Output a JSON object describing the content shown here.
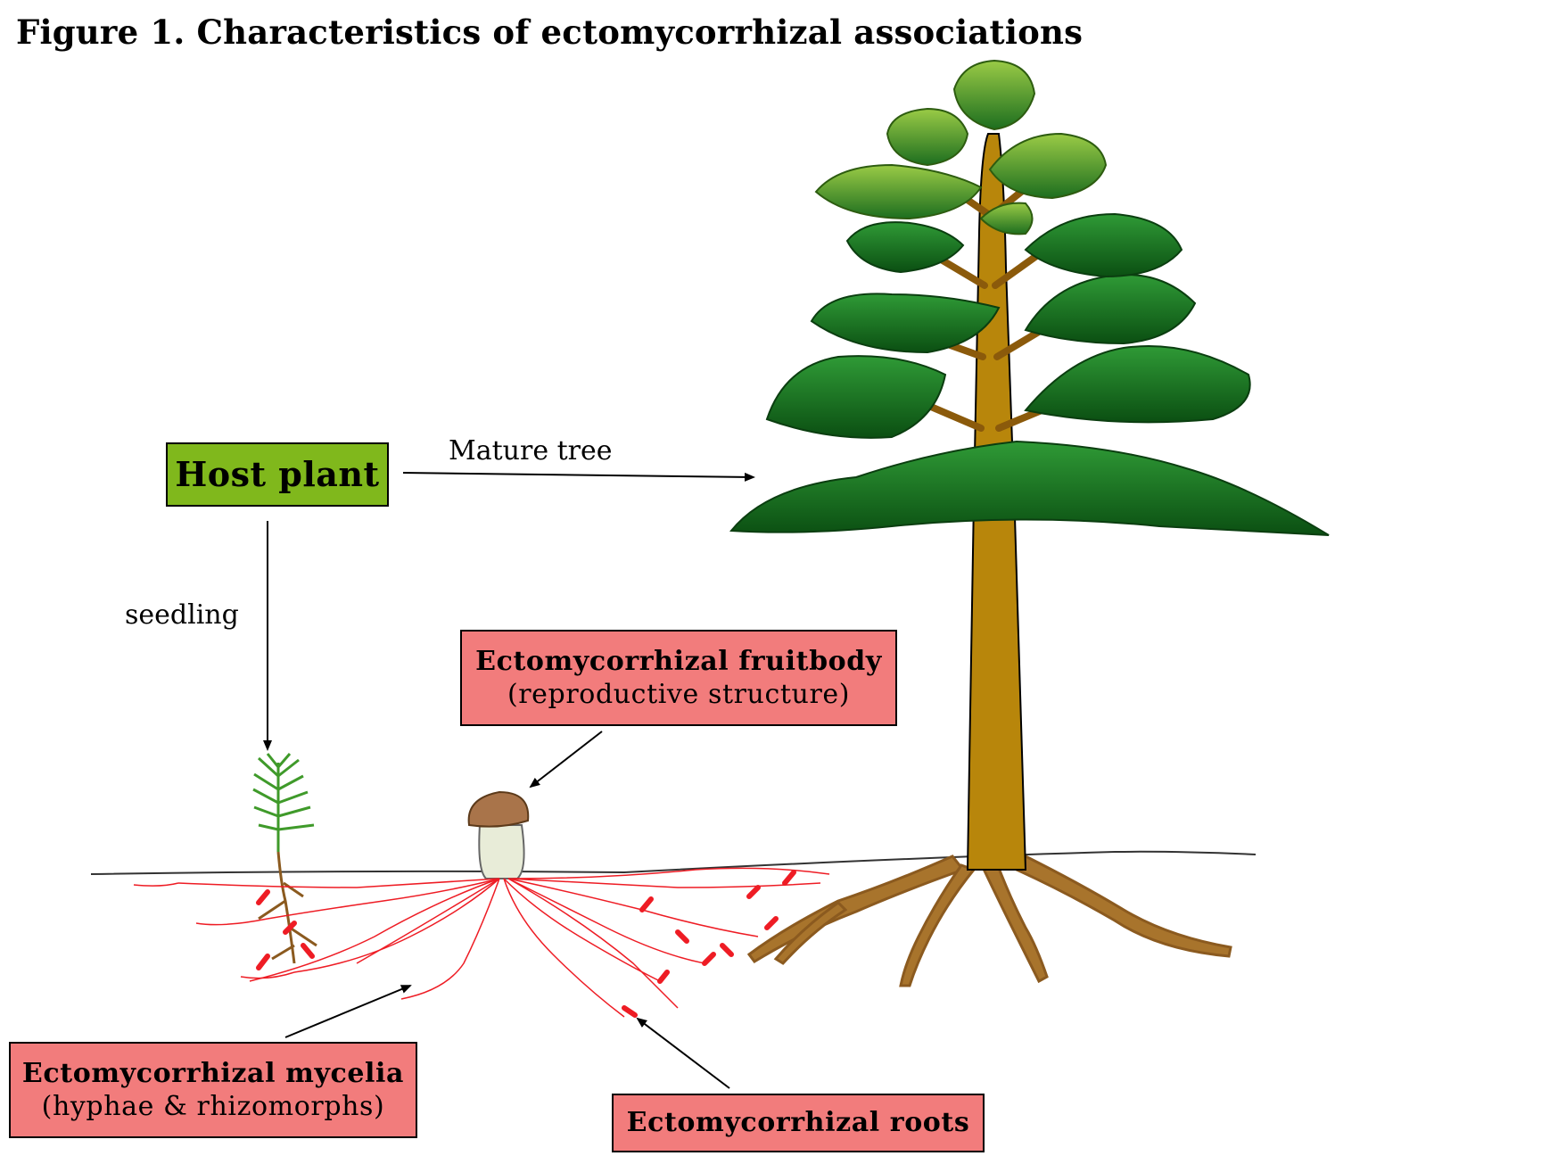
{
  "title": "Figure 1. Characteristics of ectomycorrhizal associations",
  "colors": {
    "host_box": "#80b81c",
    "pink_box": "#f27c7c",
    "hyphae": "#ee1c24",
    "root": "#9a6a2a",
    "trunk": "#b8860b",
    "foliage_dark": "#0f5e19",
    "foliage_light": "#6fa83a",
    "seedling": "#3f9a2a"
  },
  "labels": {
    "host_plant": "Host plant",
    "mature_tree": "Mature tree",
    "seedling": "seedling",
    "fruitbody_title": "Ectomycorrhizal fruitbody",
    "fruitbody_sub": "(reproductive structure)",
    "mycelia_title": "Ectomycorrhizal mycelia",
    "mycelia_sub": "(hyphae & rhizomorphs)",
    "roots_title": "Ectomycorrhizal roots"
  }
}
